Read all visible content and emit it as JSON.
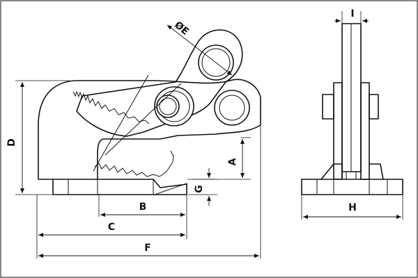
{
  "diagram": {
    "labels": {
      "A": "A",
      "B": "B",
      "C": "C",
      "D": "D",
      "E": "ØE",
      "F": "F",
      "G": "G",
      "H": "H",
      "I": "I"
    },
    "colors": {
      "ink": "#111111",
      "paper": "#ffffff"
    }
  }
}
